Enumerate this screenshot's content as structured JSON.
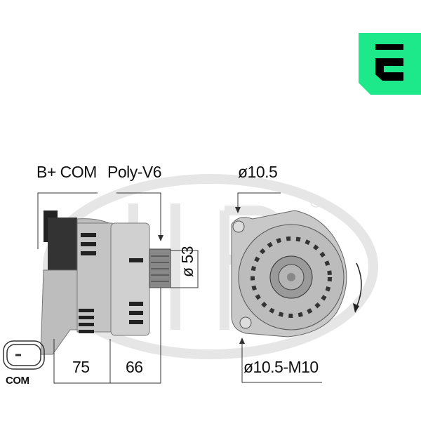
{
  "brand": {
    "logo_text": "ERA",
    "registered_mark": "®",
    "badge_color": "#1de98b",
    "badge_glyph": "E"
  },
  "labels": {
    "connector_top": "B+ COM",
    "pulley_type": "Poly-V6",
    "pulley_diameter": "ø 53",
    "hole_top": "ø10.5",
    "hole_bottom": "ø10.5-M10",
    "dim_left": "75",
    "dim_right": "66",
    "connector_bottom": "COM"
  }
}
